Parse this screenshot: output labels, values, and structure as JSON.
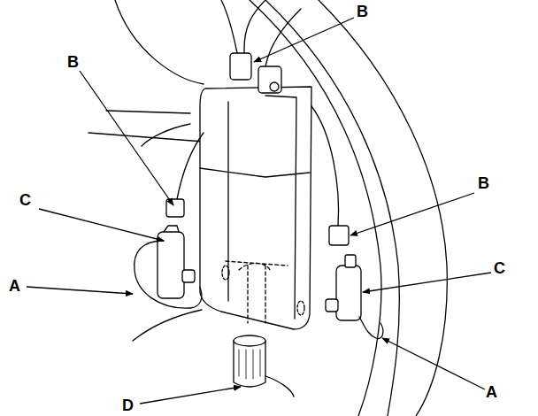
{
  "diagram": {
    "labels": [
      "B",
      "B",
      "B",
      "C",
      "C",
      "A",
      "A",
      "D"
    ]
  }
}
